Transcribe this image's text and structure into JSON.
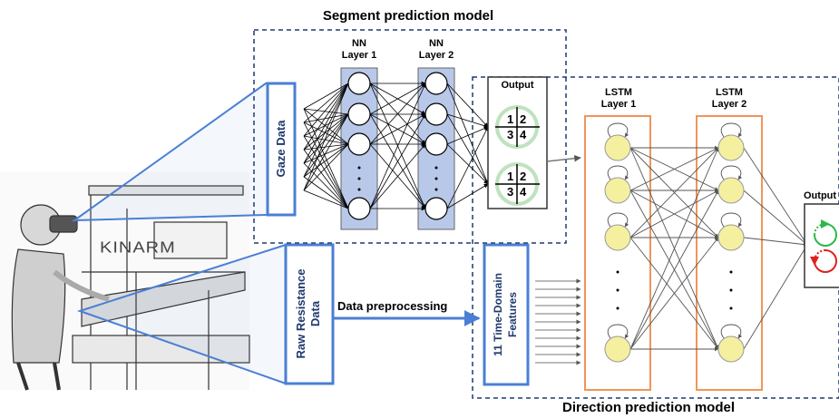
{
  "titles": {
    "segment_model": "Segment prediction model",
    "direction_model": "Direction prediction model"
  },
  "nn": {
    "layer1": [
      "NN",
      "Layer 1"
    ],
    "layer2": [
      "NN",
      "Layer 2"
    ],
    "output": "Output",
    "quadrant_labels": [
      "1",
      "2",
      "3",
      "4"
    ]
  },
  "lstm": {
    "layer1": [
      "LSTM",
      "Layer 1"
    ],
    "layer2": [
      "LSTM",
      "Layer 2"
    ],
    "output": "Output"
  },
  "inputs": {
    "gaze": "Gaze Data",
    "raw_resistance": [
      "Raw Resistance",
      "Data"
    ],
    "features": [
      "11 Time-Domain",
      "Features"
    ],
    "preprocessing": "Data preprocessing"
  },
  "device_brand": "KINARM",
  "colors": {
    "highlight_blue": "#4a7fd4",
    "layer_fill": "#b8c8e8",
    "lstm_border": "#f0955a",
    "lstm_node": "#f5f0a0",
    "dashed_border": "#1f3a6e",
    "text_blue": "#1f3a6e",
    "clockwise_green": "#2db84a",
    "counterclockwise_red": "#e02020"
  }
}
